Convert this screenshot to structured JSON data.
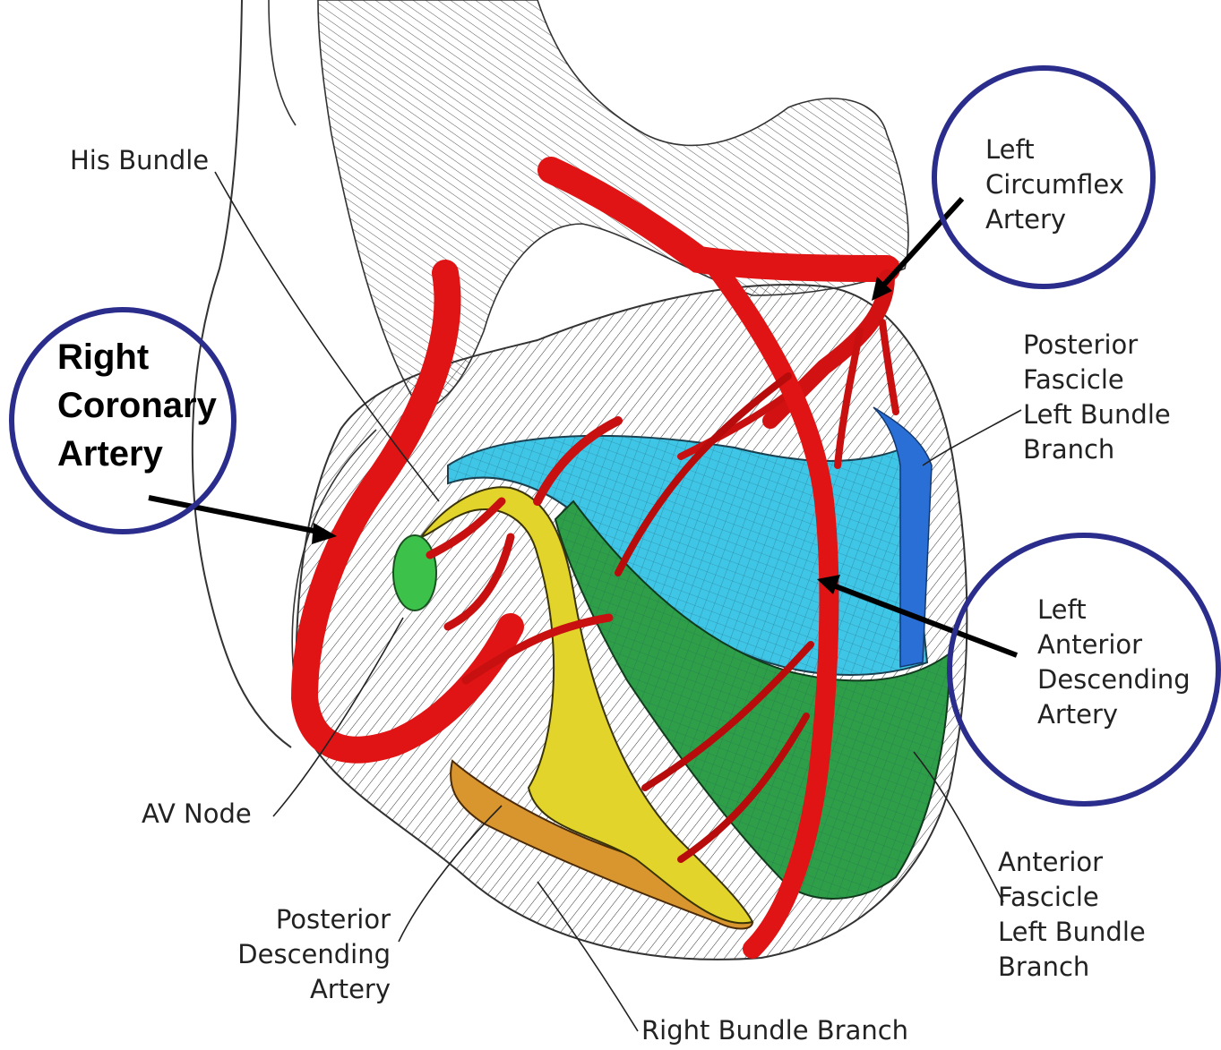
{
  "labels": {
    "his_bundle": "His Bundle",
    "right_coronary": [
      "Right",
      "Coronary",
      "Artery"
    ],
    "left_circumflex": [
      "Left",
      "Circumflex",
      "Artery"
    ],
    "posterior_fascicle": [
      "Posterior",
      "Fascicle",
      "Left Bundle",
      "Branch"
    ],
    "left_anterior_descending": [
      "Left",
      "Anterior",
      "Descending",
      "Artery"
    ],
    "av_node": "AV Node",
    "posterior_descending": [
      "Posterior",
      "Descending",
      "Artery"
    ],
    "anterior_fascicle": [
      "Anterior",
      "Fascicle",
      "Left Bundle",
      "Branch"
    ],
    "right_bundle_branch": "Right Bundle Branch"
  },
  "colors": {
    "artery": "#e01414",
    "artery_dark": "#a80808",
    "left_bundle_cyan": "#3fc6e6",
    "posterior_fascicle_blue": "#2a6fd6",
    "anterior_fascicle_green": "#2e9e48",
    "right_bundle_yellow": "#e2d42a",
    "av_node_green": "#3cc24a",
    "septum_orange": "#d9962e",
    "highlight_circle": "#2b2d8c",
    "outline": "#222222"
  }
}
